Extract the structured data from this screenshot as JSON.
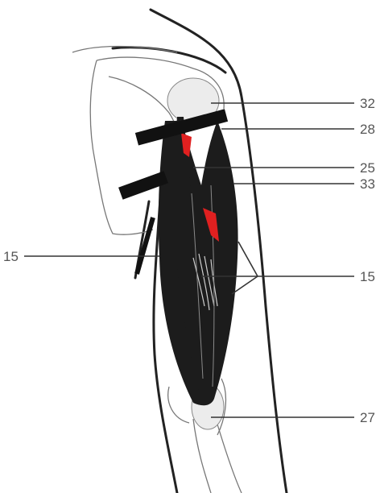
{
  "figure": {
    "colors": {
      "muscle": "#1c1c1c",
      "highlight": "#e02020",
      "bone": "#ececec",
      "outline": "#222222",
      "label": "#555555"
    },
    "labels": {
      "label_32": "32",
      "label_28": "28",
      "label_25": "25",
      "label_33": "33",
      "label_15_left": "15",
      "label_15_right": "15",
      "label_27": "27"
    }
  }
}
